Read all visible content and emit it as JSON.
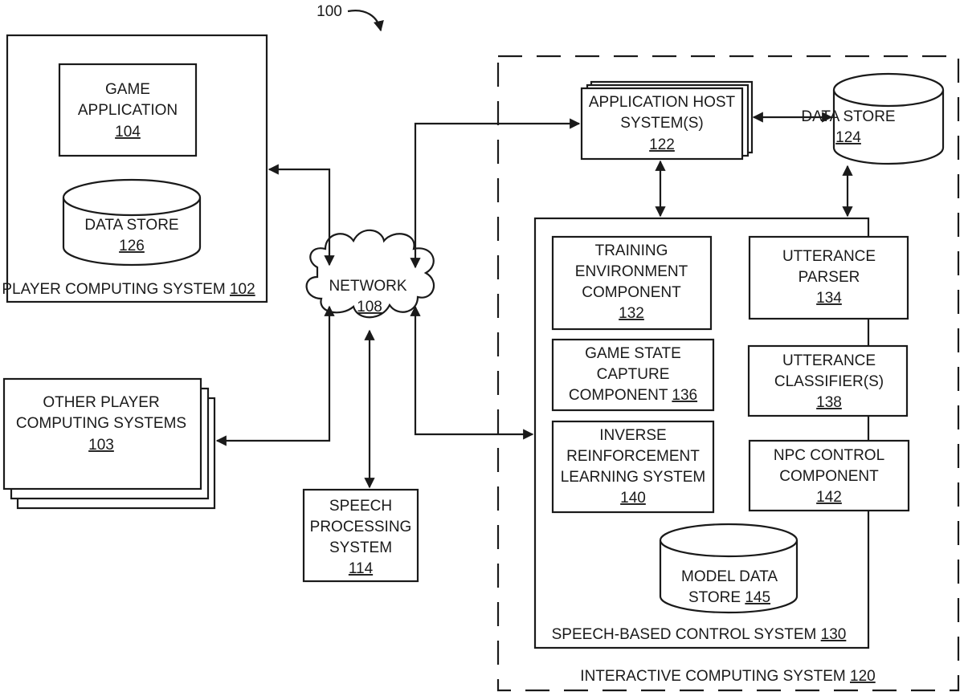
{
  "figure_ref": "100",
  "nodes": {
    "player_system": {
      "label": "PLAYER COMPUTING SYSTEM",
      "ref": "102"
    },
    "game_app": {
      "lines": [
        "GAME",
        "APPLICATION"
      ],
      "ref": "104"
    },
    "data_store_126": {
      "lines": [
        "DATA STORE"
      ],
      "ref": "126"
    },
    "network": {
      "lines": [
        "NETWORK"
      ],
      "ref": "108"
    },
    "other_players": {
      "lines": [
        "OTHER PLAYER",
        "COMPUTING SYSTEMS"
      ],
      "ref": "103"
    },
    "speech_processing": {
      "lines": [
        "SPEECH",
        "PROCESSING",
        "SYSTEM"
      ],
      "ref": "114"
    },
    "interactive_system": {
      "label": "INTERACTIVE COMPUTING SYSTEM",
      "ref": "120"
    },
    "app_host": {
      "lines": [
        "APPLICATION HOST",
        "SYSTEM(S)"
      ],
      "ref": "122"
    },
    "data_store_124": {
      "lines": [
        "DATA STORE"
      ],
      "ref": "124"
    },
    "speech_control": {
      "label": "SPEECH-BASED CONTROL SYSTEM",
      "ref": "130"
    },
    "training_env": {
      "lines": [
        "TRAINING",
        "ENVIRONMENT",
        "COMPONENT"
      ],
      "ref": "132"
    },
    "utterance_parser": {
      "lines": [
        "UTTERANCE",
        "PARSER"
      ],
      "ref": "134"
    },
    "game_state": {
      "lines": [
        "GAME STATE",
        "CAPTURE"
      ],
      "last": "COMPONENT",
      "ref": "136"
    },
    "utterance_classifier": {
      "lines": [
        "UTTERANCE",
        "CLASSIFIER(S)"
      ],
      "ref": "138"
    },
    "irl_system": {
      "lines": [
        "INVERSE",
        "REINFORCEMENT",
        "LEARNING SYSTEM"
      ],
      "ref": "140"
    },
    "npc_control": {
      "lines": [
        "NPC CONTROL",
        "COMPONENT"
      ],
      "ref": "142"
    },
    "model_store": {
      "lines": [
        "MODEL DATA"
      ],
      "last": "STORE",
      "ref": "145"
    }
  }
}
